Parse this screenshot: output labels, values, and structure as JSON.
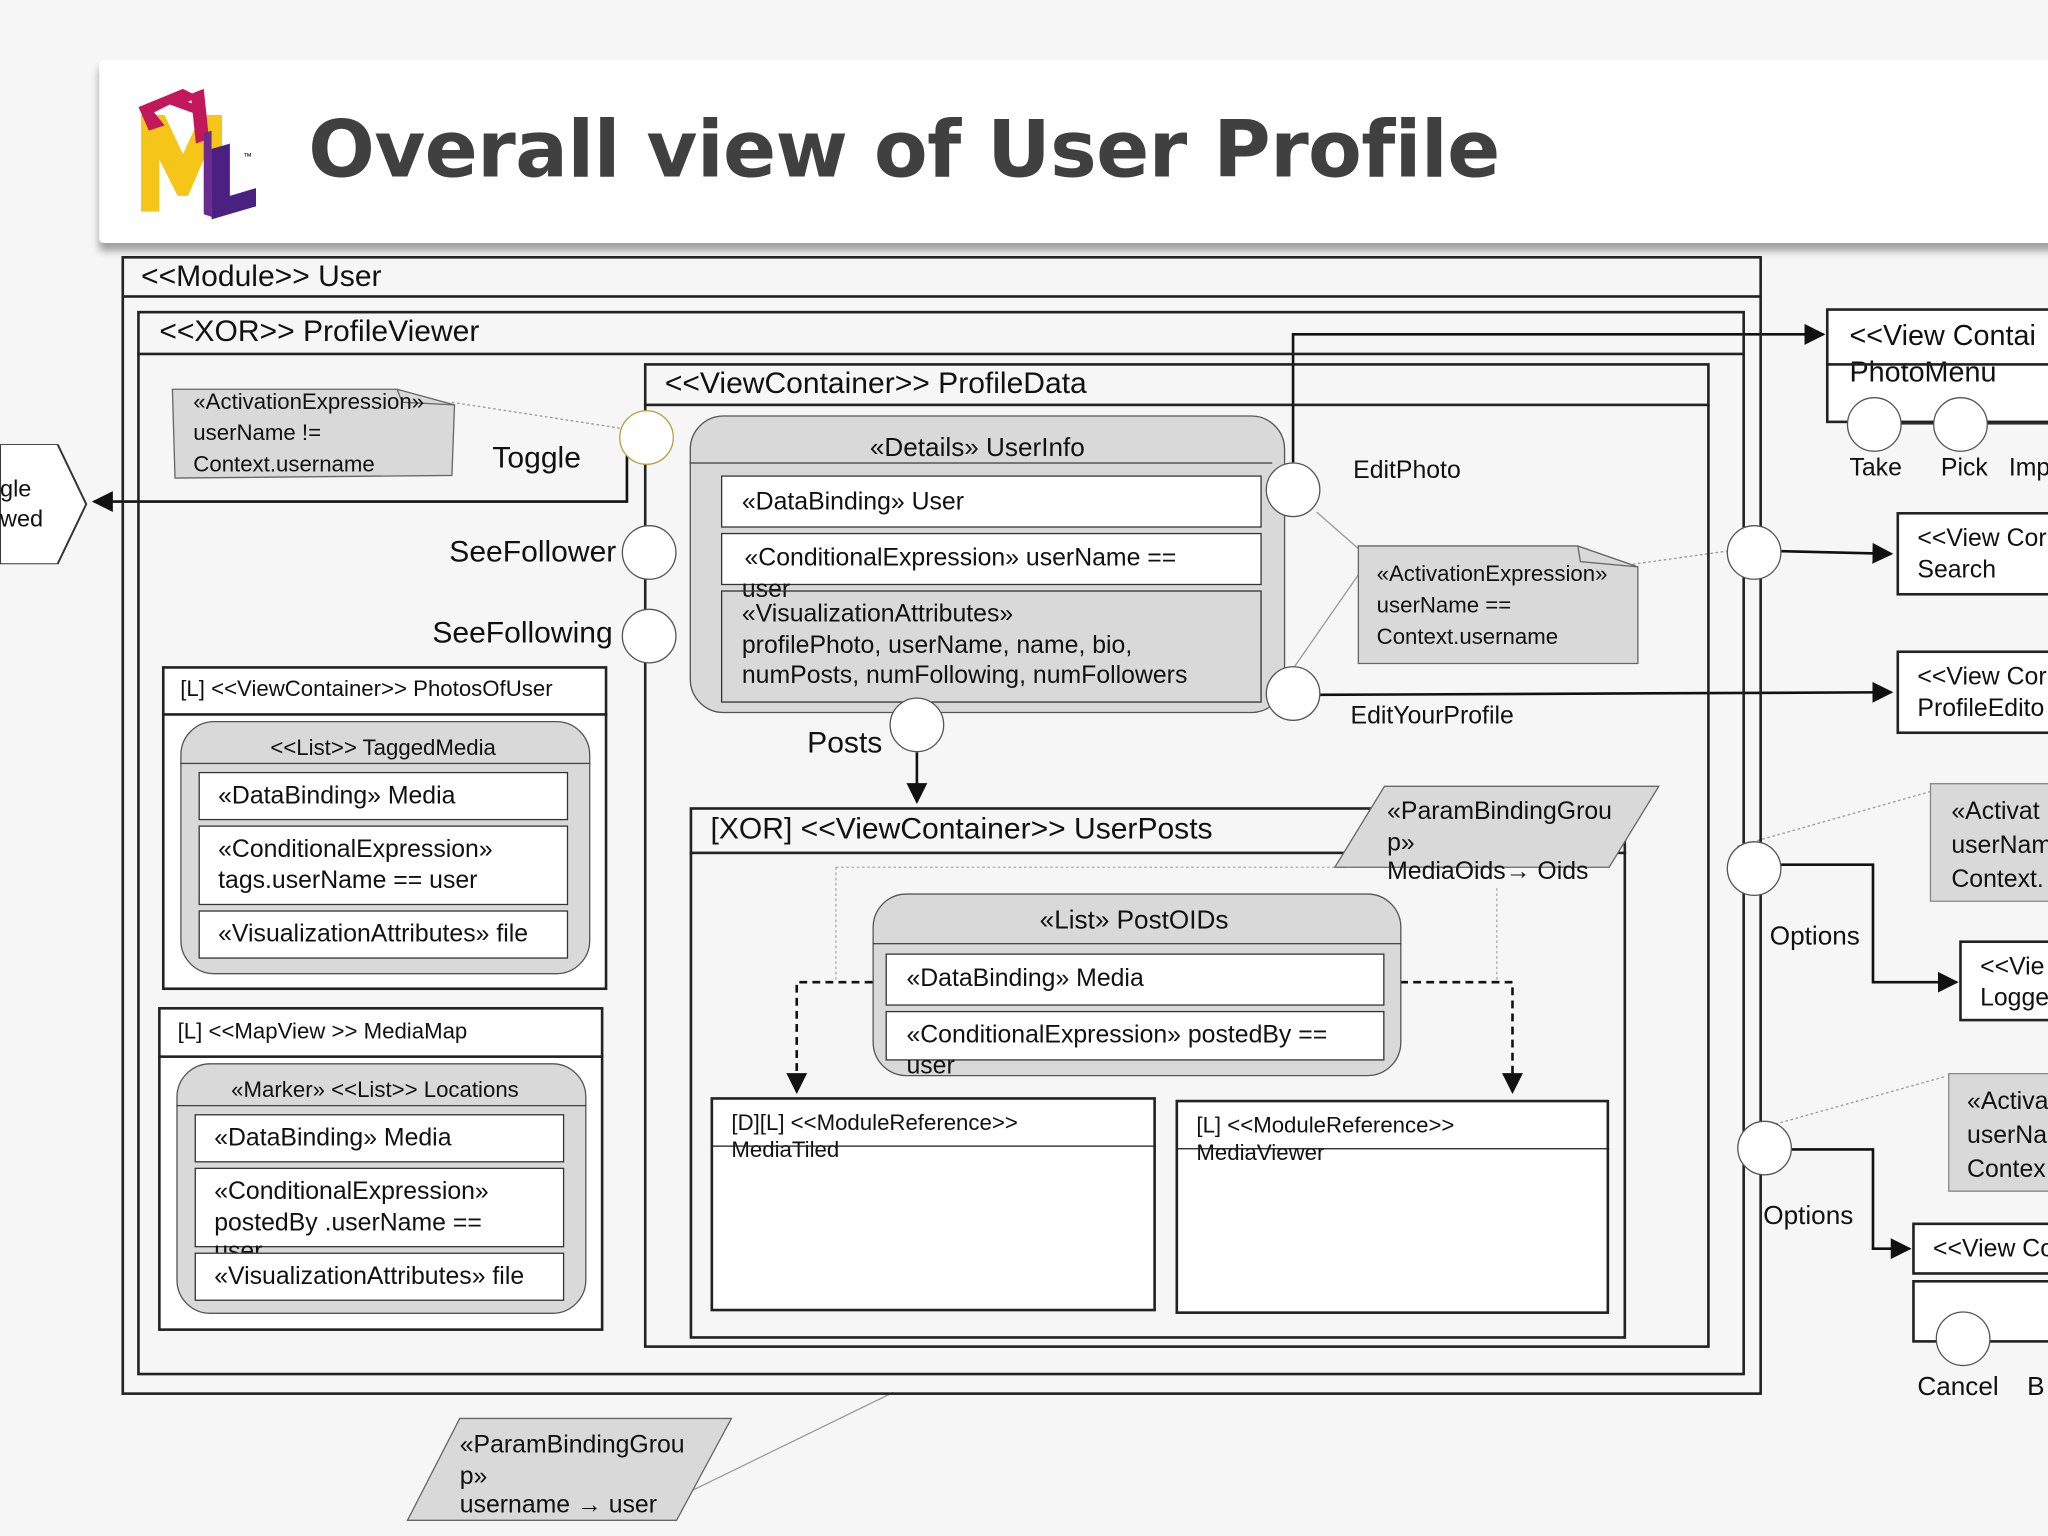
{
  "title": "Overall view of User Profile",
  "logo": {
    "name": "ifml-logo",
    "letters": "IFML",
    "trademark": "™",
    "colors": [
      "#f5c518",
      "#c2185b",
      "#4a2080"
    ]
  },
  "module": "<<Module>> User",
  "xor": "<<XOR>> ProfileViewer",
  "activation_left": [
    "«ActivationExpression»",
    "userName !=",
    "Context.username"
  ],
  "toggle": "Toggle",
  "left_view": [
    "gle",
    "wed"
  ],
  "see_follower": "SeeFollower",
  "see_following": "SeeFollowing",
  "photos_of_user": {
    "header": "[L]  <<ViewContainer>> PhotosOfUser",
    "list": "<<List>> TaggedMedia",
    "binding": "«DataBinding» Media",
    "cond1": "«ConditionalExpression»",
    "cond2": "tags.userName == user",
    "vis": "«VisualizationAttributes» file"
  },
  "media_map": {
    "header": "[L]  <<MapView >> MediaMap",
    "list": "«Marker» <<List>> Locations",
    "binding": "«DataBinding» Media",
    "cond1": "«ConditionalExpression»",
    "cond2": "postedBy .userName ==",
    "cond3": "user",
    "vis": "«VisualizationAttributes» file"
  },
  "profile_data": "<<ViewContainer>> ProfileData",
  "user_info": {
    "header": "«Details» UserInfo",
    "binding": "«DataBinding» User",
    "cond": "«ConditionalExpression» userName ==",
    "cond2": "user",
    "vis1": "«VisualizationAttributes»",
    "vis2": "profilePhoto, userName, name, bio,",
    "vis3": "numPosts, numFollowing, numFollowers"
  },
  "edit_photo": "EditPhoto",
  "edit_profile": "EditYourProfile",
  "activation_mid": [
    "«ActivationExpression»",
    "userName ==",
    "Context.username"
  ],
  "posts": "Posts",
  "user_posts": "[XOR]  <<ViewContainer>>  UserPosts",
  "param_mid": [
    "«ParamBindingGrou",
    "p»",
    "MediaOids→ Oids"
  ],
  "post_oids": {
    "header": "«List» PostOIDs",
    "binding": "«DataBinding» Media",
    "cond": "«ConditionalExpression» postedBy ==",
    "cond2": "user"
  },
  "media_tiled": [
    "[D][L]  <<ModuleReference>>",
    "MediaTiled"
  ],
  "media_viewer": [
    "[L]  <<ModuleReference>>",
    "MediaViewer"
  ],
  "param_bottom": [
    "«ParamBindingGrou",
    "p»",
    "username → user"
  ],
  "right": {
    "photo_menu": [
      "<<View Contai",
      "PhotoMenu"
    ],
    "take": "Take",
    "pick": "Pick",
    "imp": "Imp",
    "search": [
      "<<View Cor",
      "Search"
    ],
    "profile_editor": [
      "<<View Cor",
      "ProfileEdito"
    ],
    "act1": [
      "«Activat",
      "userNam",
      "Context."
    ],
    "options1": "Options",
    "logged": [
      "<<Vie",
      "Logge"
    ],
    "act2": [
      "«Activa",
      "userNa",
      "Contex"
    ],
    "options2": "Options",
    "view_c": "<<View Co",
    "cancel": "Cancel",
    "b": "B"
  }
}
